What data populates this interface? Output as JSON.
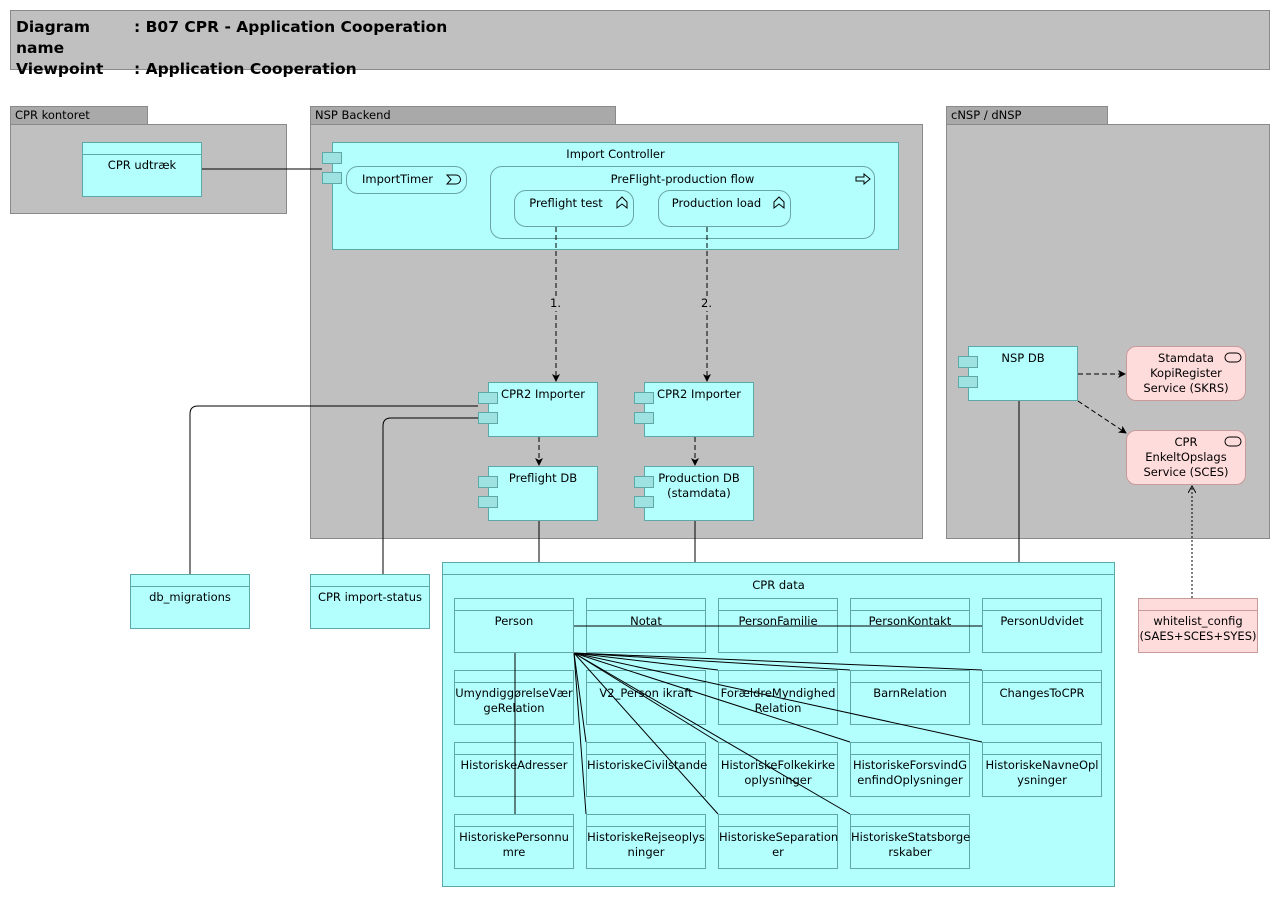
{
  "header": {
    "name_label": "Diagram name",
    "name_value": ": B07 CPR - Application Cooperation",
    "viewpoint_label": "Viewpoint",
    "viewpoint_value": ": Application Cooperation"
  },
  "groups": {
    "cpr_kontoret": "CPR kontoret",
    "nsp_backend": "NSP Backend",
    "cnsp_dnsp": "cNSP / dNSP"
  },
  "elements": {
    "cpr_udtraek": "CPR udtræk",
    "import_controller": "Import Controller",
    "import_timer": "ImportTimer",
    "preflight_flow": "PreFlight-production flow",
    "preflight_test": "Preflight test",
    "production_load": "Production load",
    "importer1": "CPR2 Importer",
    "importer2": "CPR2 Importer",
    "preflight_db": "Preflight DB",
    "production_db_l1": "Production DB",
    "production_db_l2": "(stamdata)",
    "nsp_db": "NSP DB",
    "skrs_l1": "Stamdata",
    "skrs_l2": "KopiRegister",
    "skrs_l3": "Service (SKRS)",
    "sces_l1": "CPR",
    "sces_l2": "EnkeltOpslags",
    "sces_l3": "Service (SCES)",
    "db_migrations": "db_migrations",
    "import_status": "CPR import-status",
    "whitelist_l1": "whitelist_config",
    "whitelist_l2": "(SAES+SCES+SYES)",
    "cpr_data": "CPR data"
  },
  "flow_labels": {
    "step1": "1.",
    "step2": "2."
  },
  "cpr_data_objects": [
    [
      "Person",
      "Notat",
      "PersonFamilie",
      "PersonKontakt",
      "PersonUdvidet"
    ],
    [
      "UmyndiggørelseVærgeRelation",
      "V2_Person ikraft",
      "ForældreMyndighedRelation",
      "BarnRelation",
      "ChangesToCPR"
    ],
    [
      "HistoriskeAdresser",
      "HistoriskeCivilstande",
      "HistoriskeFolkekirkeoplysninger",
      "HistoriskeForsvindGenfindOplysninger",
      "HistoriskeNavneOplysninger"
    ],
    [
      "HistoriskePersonnummre",
      "HistoriskeRejseoplysninger",
      "HistoriskeSeparationer",
      "HistoriskeStatsborgerskaber"
    ]
  ],
  "cpr_data_display": [
    [
      "Person",
      "Notat",
      "PersonFamilie",
      "PersonKontakt",
      "PersonUdvidet"
    ],
    [
      "UmyndiggørelseVær|geRelation",
      "V2_Person ikraft",
      "ForældreMyndighed|Relation",
      "BarnRelation",
      "ChangesToCPR"
    ],
    [
      "HistoriskeAdresser",
      "HistoriskeCivilstande",
      "HistoriskeFolkekirke|oplysninger",
      "HistoriskeForsvindG|enfindOplysninger",
      "HistoriskeNavneOpl|ysninger"
    ],
    [
      "HistoriskePersonnu|mre",
      "HistoriskeRejseoplys|ninger",
      "HistoriskeSeparation|er",
      "HistoriskeStatsborge|rskaber"
    ]
  ],
  "colors": {
    "application": "#b3fffe",
    "technology_service": "#ffdcdc",
    "group": "#c0c0c0"
  }
}
